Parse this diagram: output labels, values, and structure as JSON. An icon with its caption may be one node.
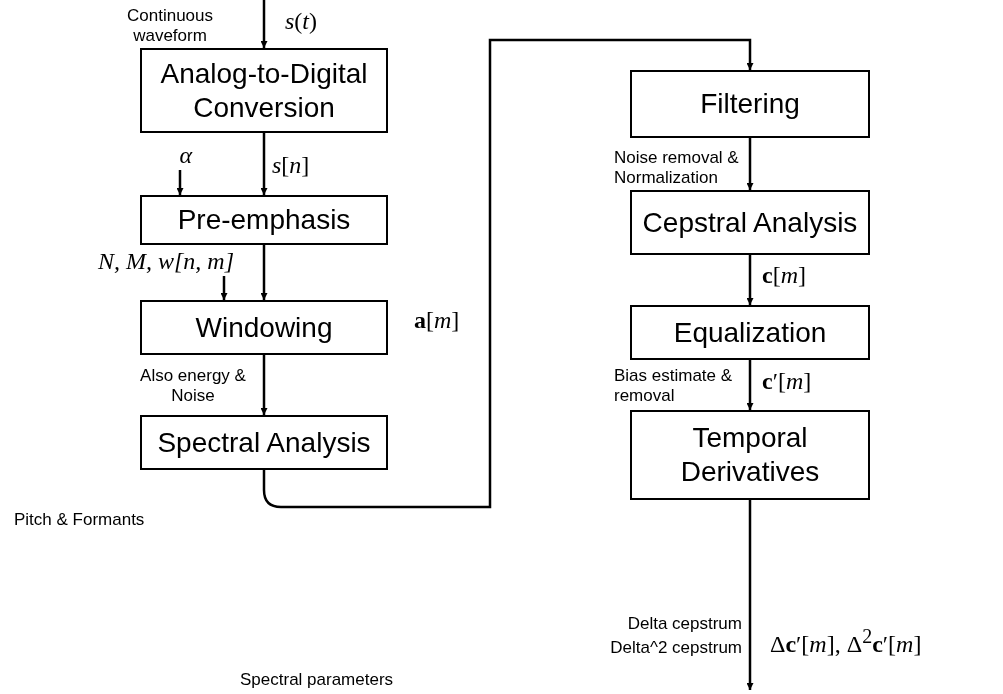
{
  "diagram": {
    "nodes": [
      {
        "text": [
          "Analog-to-Digital Conversion"
        ]
      },
      {
        "text": [
          "Pre-emphasis"
        ]
      },
      {
        "text": [
          "Windowing"
        ]
      },
      {
        "text": [
          "Spectral Analysis"
        ]
      },
      {
        "text": [
          "Filtering"
        ]
      },
      {
        "text": [
          "Cepstral Analysis"
        ]
      },
      {
        "text": [
          "Equalization"
        ]
      },
      {
        "text": [
          "Temporal Derivatives"
        ]
      },
      {
        "text": [
          "α"
        ]
      },
      {
        "text": [
          "N, M, w[n, m]"
        ]
      }
    ],
    "edges": [
      {
        "from": null,
        "to": 0,
        "arrow": "to",
        "label": "*s*(*t*)"
      },
      {
        "from": 0,
        "to": 1,
        "arrow": "to",
        "label": "*s*[*n*]"
      },
      {
        "from": 1,
        "to": 2,
        "arrow": "to"
      },
      {
        "from": 2,
        "to": 3,
        "arrow": "to"
      },
      {
        "from": 3,
        "to": 4,
        "arrow": "to",
        "label": "**a**[*m*]"
      },
      {
        "from": 4,
        "to": 5,
        "arrow": "to"
      },
      {
        "from": 5,
        "to": 6,
        "arrow": "to",
        "label": "**c**[*m*]"
      },
      {
        "from": 6,
        "to": 7,
        "arrow": "to",
        "label": "**c**′[*m*]"
      },
      {
        "from": 7,
        "to": null,
        "arrow": "to",
        "label": "Δ**c**′[*m*],  Δ$^{2}$**c**′[*m*]"
      },
      {
        "from": 8,
        "to": 1,
        "arrow": "to"
      },
      {
        "from": 9,
        "to": 2,
        "arrow": "to"
      }
    ],
    "labels": [
      "Continuous waveform",
      "Also energy & Noise",
      "Pitch & Formants",
      "Spectral parameters",
      "Noise removal & Normalization",
      "Bias estimate & removal",
      "Delta cepstrum",
      "Delta^2 cepstrum"
    ]
  }
}
